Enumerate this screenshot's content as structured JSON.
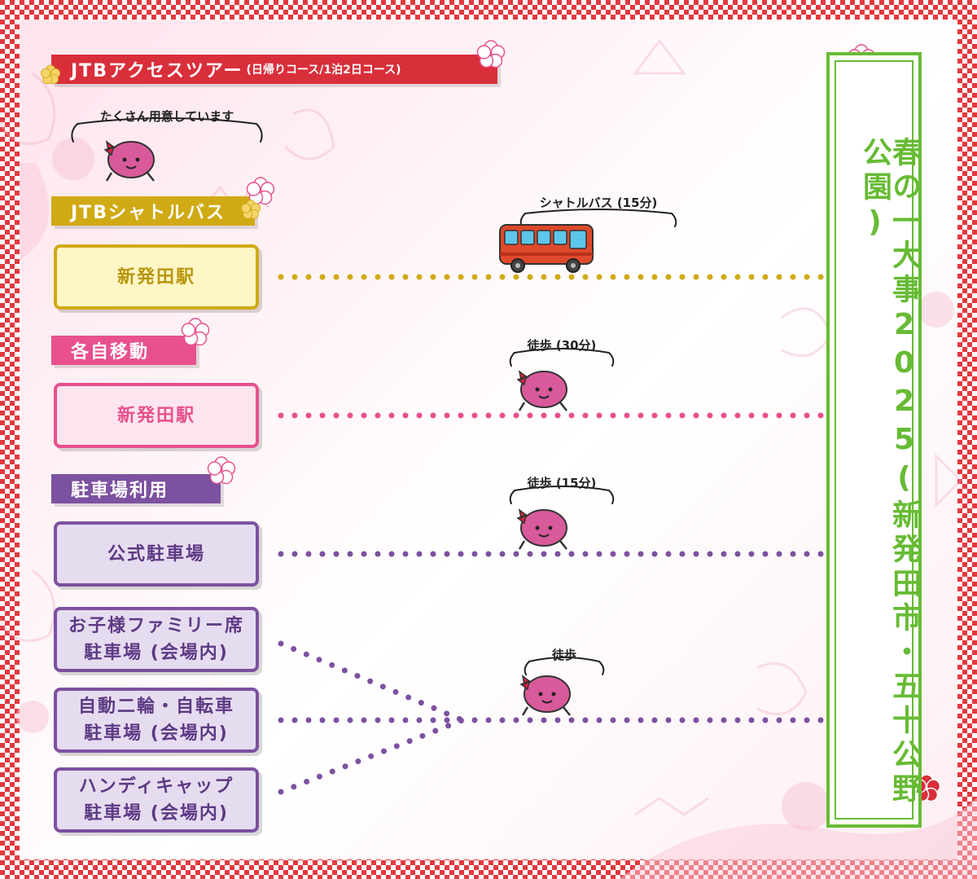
{
  "colors": {
    "jtb_tour": "#d92f3b",
    "shuttle": "#d0aa14",
    "walk": "#e8508e",
    "parking": "#7c51a0",
    "venue": "#67bb34",
    "bus": "#e0492b"
  },
  "tour_tag": {
    "label": "JTBアクセスツアー",
    "detail": "(日帰りコース/1泊2日コース)"
  },
  "tour_bubble": "たくさん用意しています",
  "sections": {
    "shuttle": {
      "tag": "JTBシャトルバス",
      "station": "新発田駅",
      "route_label": "シャトルバス (15分)"
    },
    "self": {
      "tag": "各自移動",
      "station": "新発田駅",
      "route_label": "徒歩 (30分)"
    },
    "parking": {
      "tag": "駐車場利用",
      "official": "公式駐車場",
      "route_label": "徒歩 (15分)"
    }
  },
  "venue_lots": {
    "family": "お子様ファミリー席\n駐車場 (会場内)",
    "bike": "自動二輪・自転車\n駐車場 (会場内)",
    "handicap": "ハンディキャップ\n駐車場 (会場内)",
    "route_label": "徒歩"
  },
  "destination": "春の一大事2025(新発田市・五十公野公園)",
  "icons": [
    "bus-icon",
    "mascot-icon",
    "sakura-icon"
  ]
}
